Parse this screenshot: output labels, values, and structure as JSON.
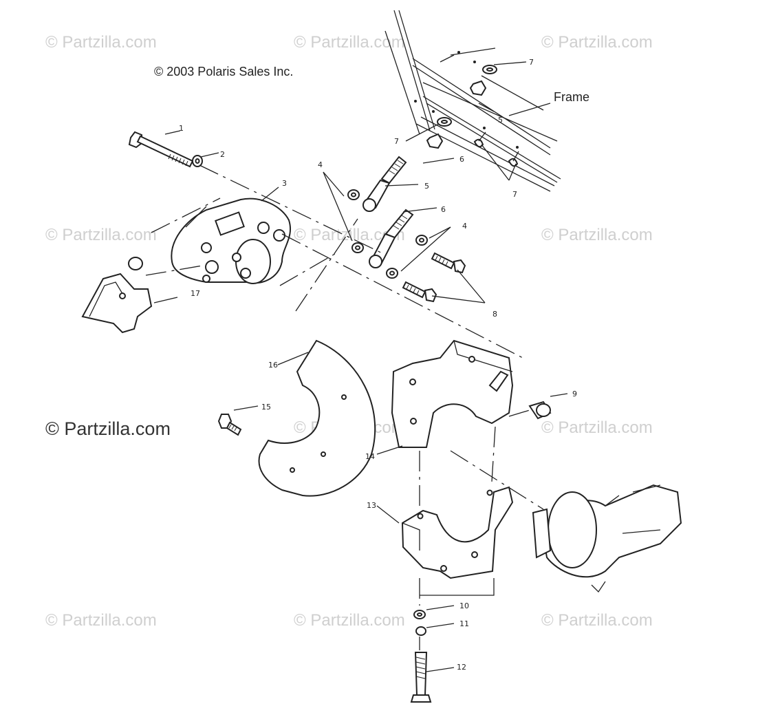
{
  "copyright": "© 2003 Polaris Sales Inc.",
  "brand_watermark": "© Partzilla.com",
  "brand_label": "© Partzilla.com",
  "frame_label": "Frame",
  "callouts": {
    "c1": "1",
    "c2": "2",
    "c3": "3",
    "c4a": "4",
    "c4b": "4",
    "c5a": "5",
    "c5b": "5",
    "c6a": "6",
    "c6b": "6",
    "c7a": "7",
    "c7b": "7",
    "c7c": "7",
    "c8": "8",
    "c9": "9",
    "c10": "10",
    "c11": "11",
    "c12": "12",
    "c13": "13",
    "c14": "14",
    "c15": "15",
    "c16": "16",
    "c17": "17"
  }
}
